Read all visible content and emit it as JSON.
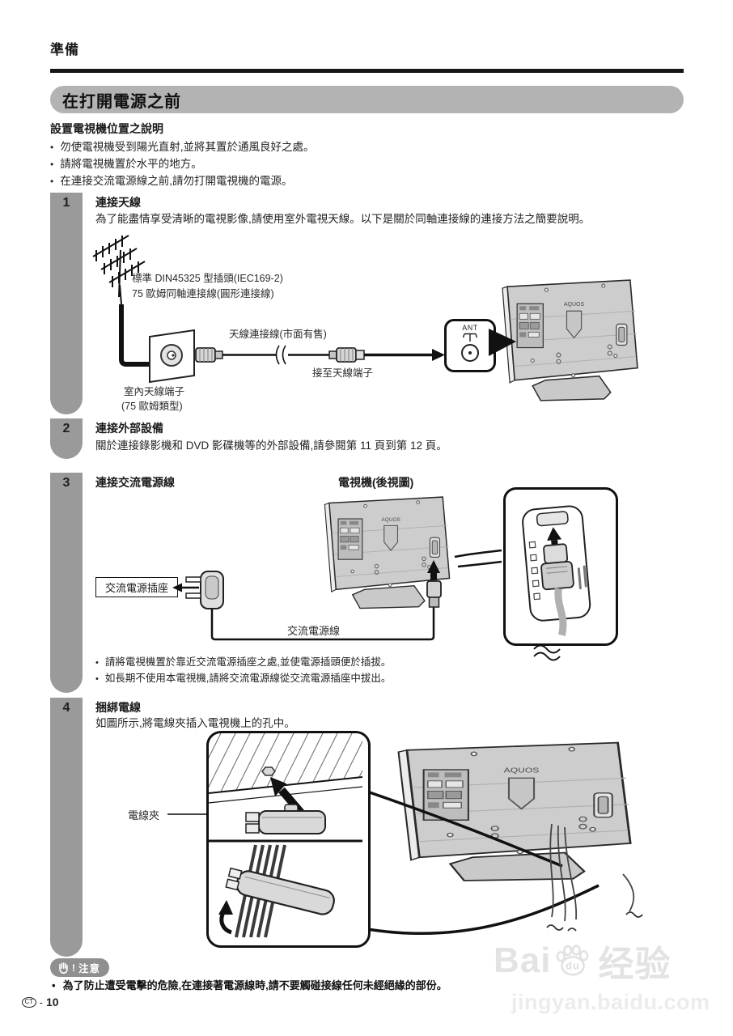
{
  "page": {
    "kicker": "準備",
    "section_title": "在打開電源之前"
  },
  "intro": {
    "heading": "設置電視機位置之說明",
    "bullets": [
      "勿使電視機受到陽光直射,並將其置於通風良好之處。",
      "請將電視機置於水平的地方。",
      "在連接交流電源線之前,請勿打開電視機的電源。"
    ]
  },
  "tv": {
    "brand": "AQUOS"
  },
  "steps": [
    {
      "number": "1",
      "title": "連接天線",
      "body": "為了能盡情享受清晰的電視影像,請使用室外電視天線。以下是關於同軸連接線的連接方法之簡要說明。",
      "labels": {
        "plug_spec_line1": "標準 DIN45325 型插頭(IEC169-2)",
        "plug_spec_line2": "75 歐姆同軸連接線(圓形連接線)",
        "antenna_cable": "天線連接線(市面有售)",
        "to_antenna_terminal": "接至天線端子",
        "indoor_terminal_line1": "室內天線端子",
        "indoor_terminal_line2": "(75 歐姆類型)",
        "ant_terminal": "ANT"
      }
    },
    {
      "number": "2",
      "title": "連接外部設備",
      "body": "關於連接錄影機和 DVD 影碟機等的外部設備,請參閱第 11 頁到第 12 頁。"
    },
    {
      "number": "3",
      "title": "連接交流電源線",
      "diagram_title": "電視機(後視圖)",
      "labels": {
        "ac_outlet": "交流電源插座",
        "ac_cord": "交流電源線"
      },
      "bullets": [
        "請將電視機置於靠近交流電源插座之處,並使電源插頭便於插拔。",
        "如長期不使用本電視機,請將交流電源線從交流電源插座中拔出。"
      ]
    },
    {
      "number": "4",
      "title": "捆綁電線",
      "body": "如圖所示,將電線夾插入電視機上的孔中。",
      "labels": {
        "cable_clip": "電線夾"
      }
    }
  ],
  "caution": {
    "label": "注意",
    "text": "為了防止遭受電擊的危險,在連接著電源線時,請不要觸碰接線任何未經絕緣的部份。"
  },
  "footer": {
    "region": "CT",
    "separator": "-",
    "page_number": "10"
  },
  "watermark": {
    "brand_prefix": "Bai",
    "brand_paw_text": "du",
    "brand_cn": "经验",
    "domain": "jingyan.baidu.com"
  }
}
